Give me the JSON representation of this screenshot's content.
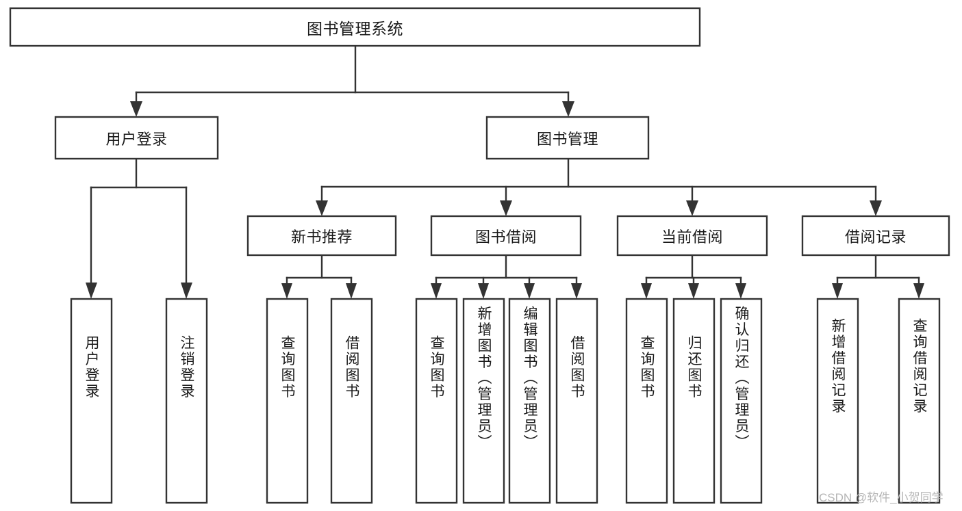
{
  "diagram": {
    "type": "tree-hierarchy",
    "orientation": "top-down",
    "watermark": "CSDN @软件_小贺同学",
    "root": {
      "id": "root",
      "label": "图书管理系统",
      "text_orientation": "horizontal"
    },
    "level2": [
      {
        "id": "user-login",
        "label": "用户登录",
        "text_orientation": "horizontal"
      },
      {
        "id": "book-manage",
        "label": "图书管理",
        "text_orientation": "horizontal"
      }
    ],
    "level3": [
      {
        "id": "new-book-recommend",
        "label": "新书推荐",
        "parent": "book-manage",
        "text_orientation": "horizontal"
      },
      {
        "id": "book-borrow",
        "label": "图书借阅",
        "parent": "book-manage",
        "text_orientation": "horizontal"
      },
      {
        "id": "current-borrow",
        "label": "当前借阅",
        "parent": "book-manage",
        "text_orientation": "horizontal"
      },
      {
        "id": "borrow-record",
        "label": "借阅记录",
        "parent": "book-manage",
        "text_orientation": "horizontal"
      }
    ],
    "leaves": [
      {
        "id": "leaf-user-login",
        "label": "用户登录",
        "parent": "user-login",
        "text_orientation": "vertical"
      },
      {
        "id": "leaf-user-logout",
        "label": "注销登录",
        "parent": "user-login",
        "text_orientation": "vertical"
      },
      {
        "id": "leaf-query-book-1",
        "label": "查询图书",
        "parent": "new-book-recommend",
        "text_orientation": "vertical"
      },
      {
        "id": "leaf-borrow-book-1",
        "label": "借阅图书",
        "parent": "new-book-recommend",
        "text_orientation": "vertical"
      },
      {
        "id": "leaf-query-book-2",
        "label": "查询图书",
        "parent": "book-borrow",
        "text_orientation": "vertical"
      },
      {
        "id": "leaf-add-book",
        "label": "新增图书（管理员）",
        "parent": "book-borrow",
        "text_orientation": "vertical"
      },
      {
        "id": "leaf-edit-book",
        "label": "编辑图书（管理员）",
        "parent": "book-borrow",
        "text_orientation": "vertical"
      },
      {
        "id": "leaf-borrow-book-2",
        "label": "借阅图书",
        "parent": "book-borrow",
        "text_orientation": "vertical"
      },
      {
        "id": "leaf-query-book-3",
        "label": "查询图书",
        "parent": "current-borrow",
        "text_orientation": "vertical"
      },
      {
        "id": "leaf-return-book",
        "label": "归还图书",
        "parent": "current-borrow",
        "text_orientation": "vertical"
      },
      {
        "id": "leaf-confirm-return",
        "label": "确认归还（管理员）",
        "parent": "current-borrow",
        "text_orientation": "vertical"
      },
      {
        "id": "leaf-add-record",
        "label": "新增借阅记录",
        "parent": "borrow-record",
        "text_orientation": "vertical"
      },
      {
        "id": "leaf-query-record",
        "label": "查询借阅记录",
        "parent": "borrow-record",
        "text_orientation": "vertical"
      }
    ],
    "colors": {
      "box_stroke": "#333333",
      "box_fill": "#ffffff",
      "connector": "#333333",
      "text": "#1a1a1a",
      "watermark": "#b5b5b5",
      "background": "#ffffff"
    }
  }
}
